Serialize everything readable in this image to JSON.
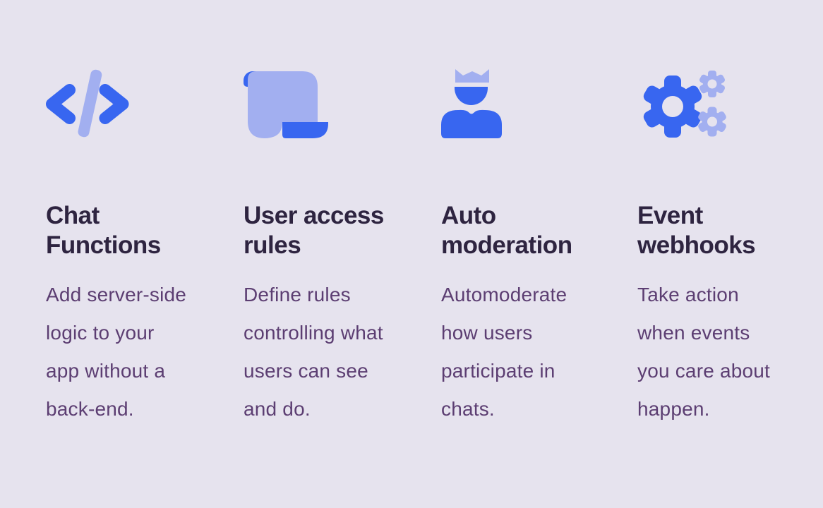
{
  "colors": {
    "background": "#E6E3EE",
    "accent_strong": "#3866F0",
    "accent_soft": "#A2AFF0",
    "heading_text": "#2E2440",
    "body_text": "#5C3E72"
  },
  "columns": [
    {
      "icon": "code-icon",
      "title_lines": [
        "Chat",
        "Functions"
      ],
      "body_lines": [
        "Add server-side",
        "logic to your",
        "app without a",
        "back-end."
      ]
    },
    {
      "icon": "scroll-icon",
      "title_lines": [
        "User access",
        "rules"
      ],
      "body_lines": [
        "Define rules",
        "controlling what",
        "users can see",
        "and do."
      ]
    },
    {
      "icon": "crowned-user-icon",
      "title_lines": [
        "Auto",
        "moderation"
      ],
      "body_lines": [
        "Automoderate",
        "how users",
        "participate in",
        "chats."
      ]
    },
    {
      "icon": "gears-icon",
      "title_lines": [
        "Event",
        "webhooks"
      ],
      "body_lines": [
        "Take action",
        "when events",
        "you care about",
        "happen."
      ]
    }
  ]
}
